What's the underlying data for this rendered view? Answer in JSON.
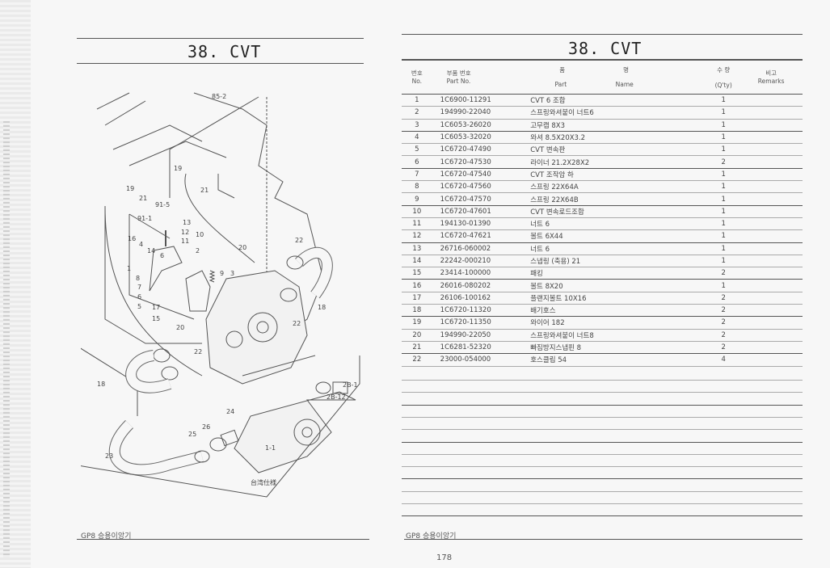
{
  "left_page": {
    "title": "38. CVT",
    "footer": "GP8 승용이앙기",
    "diagram_labels": [
      "85-2",
      "19",
      "21",
      "19",
      "21",
      "91-5",
      "91-1",
      "13",
      "12",
      "11",
      "10",
      "16",
      "4",
      "14",
      "6",
      "2",
      "20",
      "22",
      "1",
      "8",
      "7",
      "6",
      "5",
      "9",
      "3",
      "17",
      "15",
      "20",
      "22",
      "18",
      "22",
      "18",
      "2B-1",
      "2B-12",
      "24",
      "25",
      "26",
      "1-1",
      "23",
      "台湾仕様"
    ]
  },
  "right_page": {
    "title": "38. CVT",
    "footer": "GP8 승용이앙기",
    "page_number": "178",
    "table": {
      "headers": {
        "no_ko": "번호",
        "no_en": "No.",
        "part_no_ko": "부품 번호",
        "part_no_en": "Part No.",
        "name_ko_1": "품",
        "name_ko_2": "명",
        "name_en_1": "Part",
        "name_en_2": "Name",
        "qty_ko": "수 량",
        "qty_en": "(Q'ty)",
        "remarks_ko": "비고",
        "remarks_en": "Remarks"
      },
      "rows": [
        {
          "no": "1",
          "part_no": "1C6900-11291",
          "name": "CVT 6 조합",
          "qty": "1"
        },
        {
          "no": "2",
          "part_no": "194990-22040",
          "name": "스프링와셔붙이 너트6",
          "qty": "1"
        },
        {
          "no": "3",
          "part_no": "1C6053-26020",
          "name": "고무캡 8X3",
          "qty": "1"
        },
        {
          "no": "4",
          "part_no": "1C6053-32020",
          "name": "와셔 8.5X20X3.2",
          "qty": "1"
        },
        {
          "no": "5",
          "part_no": "1C6720-47490",
          "name": "CVT 변속판",
          "qty": "1"
        },
        {
          "no": "6",
          "part_no": "1C6720-47530",
          "name": "라이너 21.2X28X2",
          "qty": "2"
        },
        {
          "no": "7",
          "part_no": "1C6720-47540",
          "name": "CVT 조작암 하",
          "qty": "1"
        },
        {
          "no": "8",
          "part_no": "1C6720-47560",
          "name": "스프링 22X64A",
          "qty": "1"
        },
        {
          "no": "9",
          "part_no": "1C6720-47570",
          "name": "스프링 22X64B",
          "qty": "1"
        },
        {
          "no": "10",
          "part_no": "1C6720-47601",
          "name": "CVT 변속로드조합",
          "qty": "1"
        },
        {
          "no": "11",
          "part_no": "194130-01390",
          "name": "너트 6",
          "qty": "1"
        },
        {
          "no": "12",
          "part_no": "1C6720-47621",
          "name": "볼트 6X44",
          "qty": "1"
        },
        {
          "no": "13",
          "part_no": "26716-060002",
          "name": "너트 6",
          "qty": "1"
        },
        {
          "no": "14",
          "part_no": "22242-000210",
          "name": "스냅링 (축용) 21",
          "qty": "1"
        },
        {
          "no": "15",
          "part_no": "23414-100000",
          "name": "패킹",
          "qty": "2"
        },
        {
          "no": "16",
          "part_no": "26016-080202",
          "name": "볼트 8X20",
          "qty": "1"
        },
        {
          "no": "17",
          "part_no": "26106-100162",
          "name": "플랜지볼트 10X16",
          "qty": "2"
        },
        {
          "no": "18",
          "part_no": "1C6720-11320",
          "name": "배기호스",
          "qty": "2"
        },
        {
          "no": "19",
          "part_no": "1C6720-11350",
          "name": "와이어 182",
          "qty": "2"
        },
        {
          "no": "20",
          "part_no": "194990-22050",
          "name": "스프링와셔붙이 너트8",
          "qty": "2"
        },
        {
          "no": "21",
          "part_no": "1C6281-52320",
          "name": "빠짐방지스냅핀 8",
          "qty": "2"
        },
        {
          "no": "22",
          "part_no": "23000-054000",
          "name": "호스클립 54",
          "qty": "4"
        }
      ]
    }
  }
}
